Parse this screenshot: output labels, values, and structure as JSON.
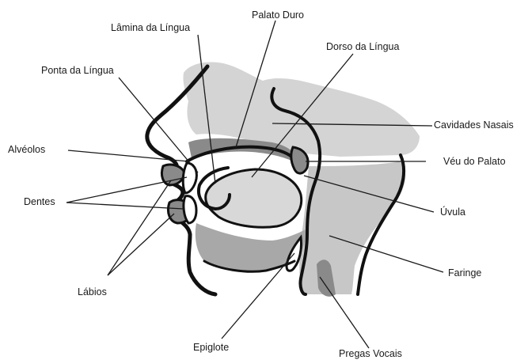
{
  "labels": {
    "lamina_lingua": "Lâmina da Língua",
    "palato_duro": "Palato Duro",
    "dorso_lingua": "Dorso da Língua",
    "ponta_lingua": "Ponta da Língua",
    "cavidades_nasais": "Cavidades Nasais",
    "alveolos": "Alvéolos",
    "veu_palato": "Véu do Palato",
    "dentes": "Dentes",
    "uvula": "Úvula",
    "faringe": "Faringe",
    "labios": "Lábios",
    "epiglote": "Epiglote",
    "pregas_vocais": "Pregas Vocais"
  },
  "colors": {
    "light_gray": "#d4d4d4",
    "mid_gray": "#b5b5b5",
    "dark_gray": "#8a8a8a",
    "outline": "#111111"
  }
}
